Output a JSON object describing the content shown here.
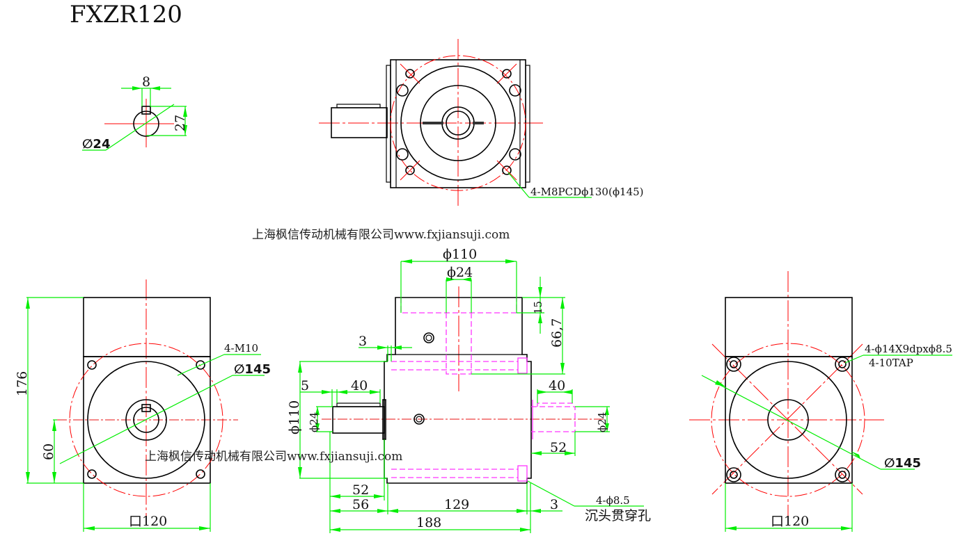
{
  "title": "FXZR120",
  "watermark": "上海枫信传动机械有限公司www.fxjiansuji.com",
  "colors": {
    "outline": "#000000",
    "centerline": "#ff0000",
    "dimension": "#00ee00",
    "hidden": "#ff33ff"
  },
  "key_detail": {
    "key_width": "8",
    "key_height": "27",
    "shaft_diameter": "∅24"
  },
  "top_view": {
    "bolt_note": "4-M8PCDϕ130(ϕ145)"
  },
  "left_view": {
    "height": "176",
    "shaft_height": "60",
    "tap_note": "4-M10",
    "pcd": "∅145",
    "square": "口120"
  },
  "front_view": {
    "bore_diameter": "ϕ110",
    "shaft_bore": "ϕ24",
    "depth_15": "15",
    "depth_66": "66,7",
    "gap_top": "3",
    "offset_5": "5",
    "key_len_left": "40",
    "flange_diameter": "ϕ110",
    "shaft_left_diameter": "ϕ24",
    "key_len_right": "40",
    "shaft_right_diameter": "ϕ24",
    "shaft_right_len": "52",
    "shaft_left_len": "52",
    "shaft_total_left": "56",
    "body_len": "129",
    "gap_bottom": "3",
    "total_len": "188",
    "hole_note": "4-ϕ8.5",
    "hole_desc": "沉头贯穿孔"
  },
  "right_view": {
    "counterbore_note": "4-ϕ14X9dpxϕ8.5",
    "tap_note": "4-10TAP",
    "pcd": "∅145",
    "square": "口120"
  }
}
